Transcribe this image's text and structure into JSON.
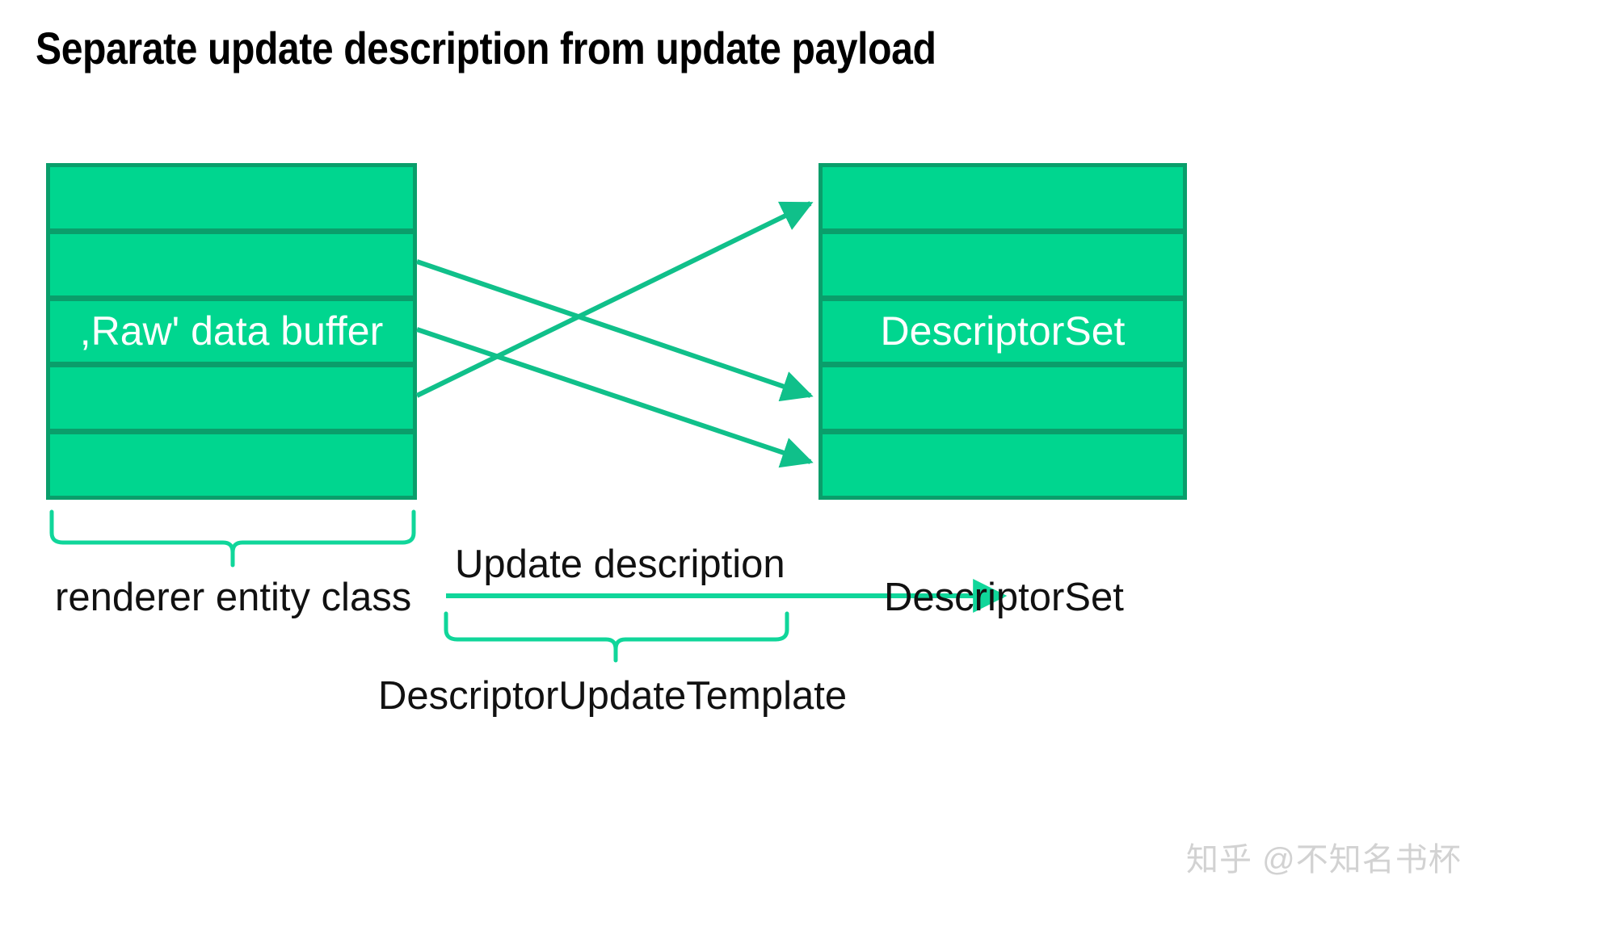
{
  "page": {
    "title": "Separate update description from update payload",
    "background_color": "#ffffff"
  },
  "colors": {
    "box_fill": "#00D68F",
    "box_border": "#0A9E6B",
    "arrow": "#10C08A",
    "brace": "#10D69A",
    "text_dark": "#111111",
    "text_on_box": "#ffffff",
    "watermark": "#d2d2d2"
  },
  "left_stack": {
    "name": "raw-data-buffer-stack",
    "row_count": 5,
    "rows": [
      {
        "label": ""
      },
      {
        "label": ""
      },
      {
        "label": ",Raw' data buffer"
      },
      {
        "label": ""
      },
      {
        "label": ""
      }
    ]
  },
  "right_stack": {
    "name": "descriptorset-stack",
    "row_count": 5,
    "rows": [
      {
        "label": ""
      },
      {
        "label": ""
      },
      {
        "label": "DescriptorSet"
      },
      {
        "label": ""
      },
      {
        "label": ""
      }
    ]
  },
  "arrows": [
    {
      "name": "arrow-buffer-row2-to-descriptor-row4",
      "from_row": 2,
      "to_row": 4
    },
    {
      "name": "arrow-buffer-row3-to-descriptor-row5",
      "from_row": 3,
      "to_row": 5
    },
    {
      "name": "arrow-buffer-row4-to-descriptor-row1",
      "from_row": 4,
      "to_row": 1
    }
  ],
  "labels": {
    "renderer_entity_class": "renderer entity class",
    "update_description": "Update description",
    "descriptorset": "DescriptorSet",
    "descriptor_update_template": "DescriptorUpdateTemplate"
  },
  "watermark": {
    "text": "知乎 @不知名书杯"
  }
}
